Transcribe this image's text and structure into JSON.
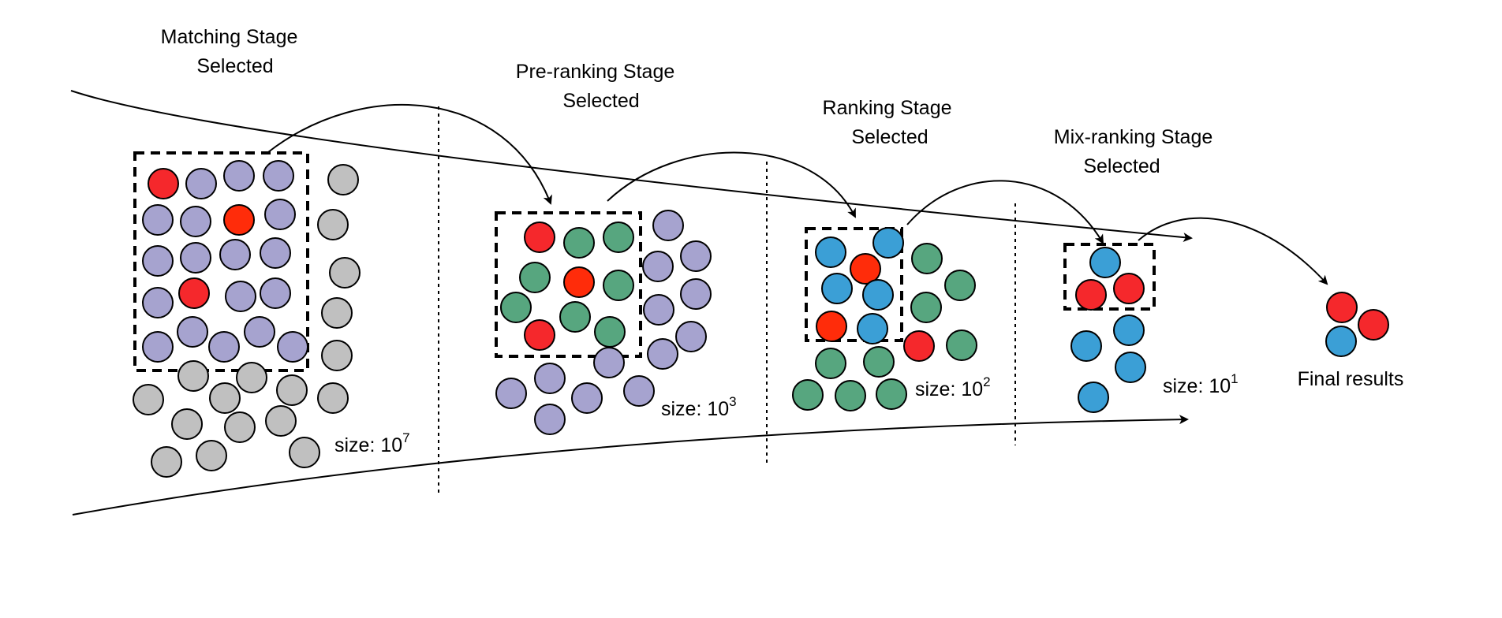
{
  "stages": [
    {
      "id": "matching",
      "title_line1": "Matching Stage",
      "title_line2": "Selected",
      "size_base": "size: 10",
      "size_exp": "7"
    },
    {
      "id": "preranking",
      "title_line1": "Pre-ranking Stage",
      "title_line2": "Selected",
      "size_base": "size: 10",
      "size_exp": "3"
    },
    {
      "id": "ranking",
      "title_line1": "Ranking Stage",
      "title_line2": "Selected",
      "size_base": "size: 10",
      "size_exp": "2"
    },
    {
      "id": "mixranking",
      "title_line1": "Mix-ranking Stage",
      "title_line2": "Selected",
      "size_base": "size: 10",
      "size_exp": "1"
    }
  ],
  "final_label": "Final results",
  "colors": {
    "red": "#f5282c",
    "red_dark": "#ff2c0a",
    "purple": "#a6a3cf",
    "gray": "#c0c0c0",
    "green": "#57a67f",
    "blue": "#3b9fd6",
    "stroke": "#000000"
  }
}
